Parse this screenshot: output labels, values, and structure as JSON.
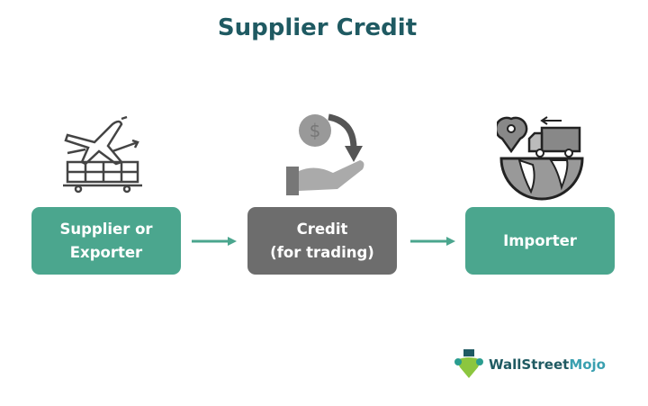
{
  "title": "Supplier Credit",
  "nodes": [
    {
      "line1": "Supplier or",
      "line2": "Exporter",
      "icon": "airplane-cargo-icon"
    },
    {
      "line1": "Credit",
      "line2": "(for trading)",
      "icon": "hand-coin-icon"
    },
    {
      "line1": "Importer",
      "icon": "globe-truck-icon"
    }
  ],
  "colors": {
    "teal": "#4ba68e",
    "gray": "#6d6d6d",
    "title": "#1f5a62"
  },
  "logo": {
    "part1": "WallStreet",
    "part2": "Mojo"
  }
}
